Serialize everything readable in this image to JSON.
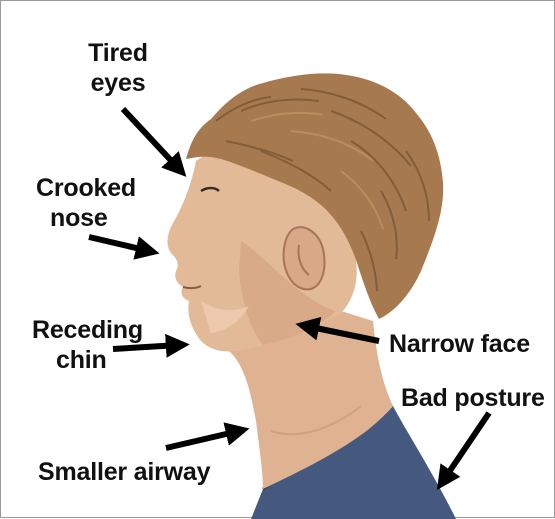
{
  "labels": {
    "tired_eyes_line1": "Tired",
    "tired_eyes_line2": "eyes",
    "crooked_nose_line1": "Crooked",
    "crooked_nose_line2": "nose",
    "receding_chin_line1": "Receding",
    "receding_chin_line2": "chin",
    "narrow_face": "Narrow face",
    "bad_posture": "Bad posture",
    "smaller_airway": "Smaller airway"
  },
  "colors": {
    "text": "#111111",
    "arrow": "#000000",
    "hair": "#a67a4e",
    "skin": "#e3ba98",
    "skin_shadow": "#cf9d7b",
    "shirt": "#44597d"
  },
  "icons": {
    "person": "person-profile-illustration",
    "arrow": "arrow-icon"
  }
}
